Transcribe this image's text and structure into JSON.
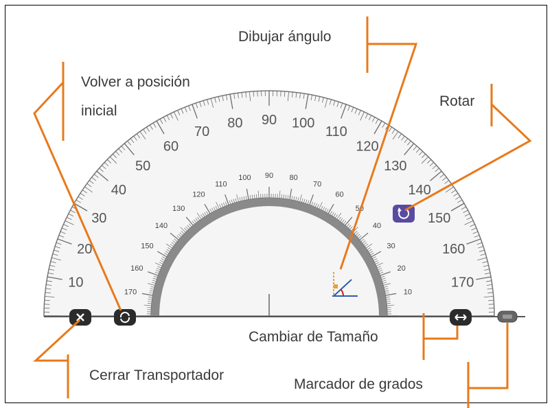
{
  "labels": {
    "draw_angle": "Dibujar ángulo",
    "reset_position_line1": "Volver a posición",
    "reset_position_line2": "inicial",
    "rotate": "Rotar",
    "resize": "Cambiar de Tamaño",
    "close": "Cerrar Transportador",
    "degree_marker": "Marcador de grados"
  },
  "protractor": {
    "outer_scale_labels": [
      "10",
      "20",
      "30",
      "40",
      "50",
      "60",
      "70",
      "80",
      "90",
      "100",
      "110",
      "120",
      "130",
      "140",
      "150",
      "160",
      "170"
    ],
    "inner_scale_labels": [
      "10",
      "20",
      "30",
      "40",
      "50",
      "60",
      "70",
      "80",
      "90",
      "100",
      "110",
      "120",
      "130",
      "140",
      "150",
      "160",
      "170"
    ]
  },
  "icons": {
    "close": "close-icon",
    "reset": "reset-icon",
    "rotate": "rotate-icon",
    "resize": "resize-icon",
    "draw_angle": "draw-angle-icon",
    "degree_marker": "degree-marker-icon"
  },
  "colors": {
    "callout_line": "#e8791a",
    "rotate_button": "#5a4aa0",
    "button_dark": "#2b2b2b",
    "scale": "#6b6b6b"
  }
}
